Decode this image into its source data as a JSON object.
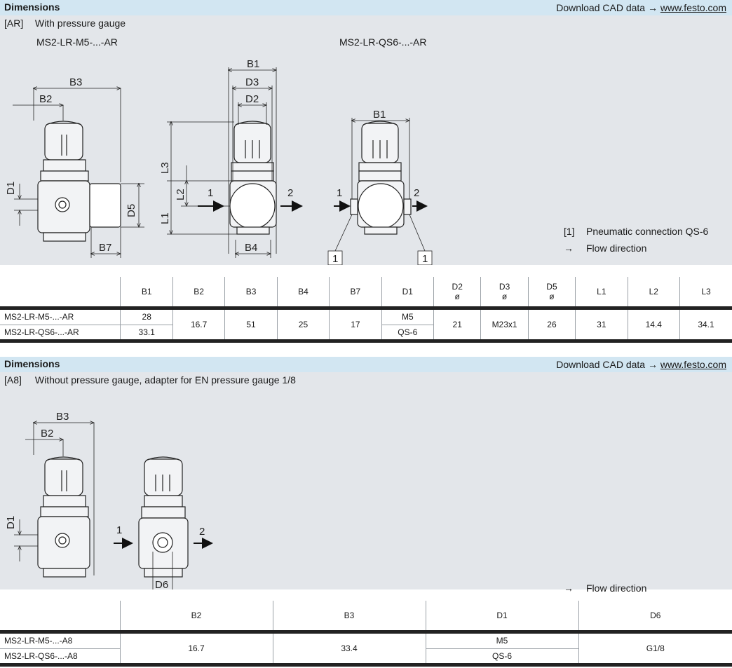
{
  "section1": {
    "header_title": "Dimensions",
    "download_text": "Download CAD data →",
    "download_link": "www.festo.com",
    "variant_code": "[AR]",
    "variant_desc": "With pressure gauge",
    "caption_left": "MS2-LR-M5-...-AR",
    "caption_right": "MS2-LR-QS6-...-AR",
    "legend": [
      {
        "key": "[1]",
        "text": "Pneumatic connection QS-6"
      },
      {
        "key": "→",
        "text": "Flow direction"
      }
    ],
    "drawing_labels": {
      "B1": "B1",
      "B2": "B2",
      "B3": "B3",
      "B4": "B4",
      "B7": "B7",
      "D1": "D1",
      "D2": "D2",
      "D3": "D3",
      "D5": "D5",
      "L1": "L1",
      "L2": "L2",
      "L3": "L3",
      "port1": "1",
      "port2": "2",
      "callout": "1"
    },
    "table": {
      "headers": [
        "B1",
        "B2",
        "B3",
        "B4",
        "B7",
        "D1",
        "D2",
        "D3",
        "D5",
        "L1",
        "L2",
        "L3"
      ],
      "subheaders": [
        "",
        "",
        "",
        "",
        "",
        "",
        "ø",
        "ø",
        "ø",
        "",
        "",
        ""
      ],
      "rows": [
        "MS2-LR-M5-...-AR",
        "MS2-LR-QS6-...-AR"
      ],
      "B1": [
        "28",
        "33.1"
      ],
      "B2": "16.7",
      "B3": "51",
      "B4": "25",
      "B7": "17",
      "D1": [
        "M5",
        "QS-6"
      ],
      "D2": "21",
      "D3": "M23x1",
      "D5": "26",
      "L1": "31",
      "L2": "14.4",
      "L3": "34.1"
    }
  },
  "section2": {
    "header_title": "Dimensions",
    "download_text": "Download CAD data →",
    "download_link": "www.festo.com",
    "variant_code": "[A8]",
    "variant_desc": "Without pressure gauge, adapter for EN pressure gauge 1/8",
    "legend": [
      {
        "key": "→",
        "text": "Flow direction"
      }
    ],
    "drawing_labels": {
      "B2": "B2",
      "B3": "B3",
      "D1": "D1",
      "D6": "D6",
      "port1": "1",
      "port2": "2"
    },
    "table": {
      "headers": [
        "B2",
        "B3",
        "D1",
        "D6"
      ],
      "rows": [
        "MS2-LR-M5-...-A8",
        "MS2-LR-QS6-...-A8"
      ],
      "B2": "16.7",
      "B3": "33.4",
      "D1": [
        "M5",
        "QS-6"
      ],
      "D6": "G1/8"
    }
  }
}
